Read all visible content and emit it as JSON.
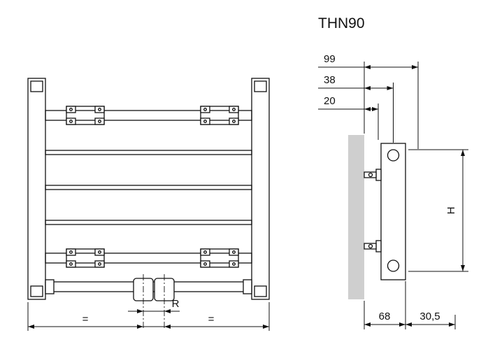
{
  "title": "THN90",
  "front_view": {
    "dim_r": "R",
    "dim_equal_left": "=",
    "dim_equal_right": "="
  },
  "side_view": {
    "dim_99": "99",
    "dim_38": "38",
    "dim_20": "20",
    "dim_h": "H",
    "dim_68": "68",
    "dim_30_5": "30,5"
  },
  "colors": {
    "line": "#111111",
    "wall": "#cfcfcf",
    "background": "#ffffff"
  }
}
